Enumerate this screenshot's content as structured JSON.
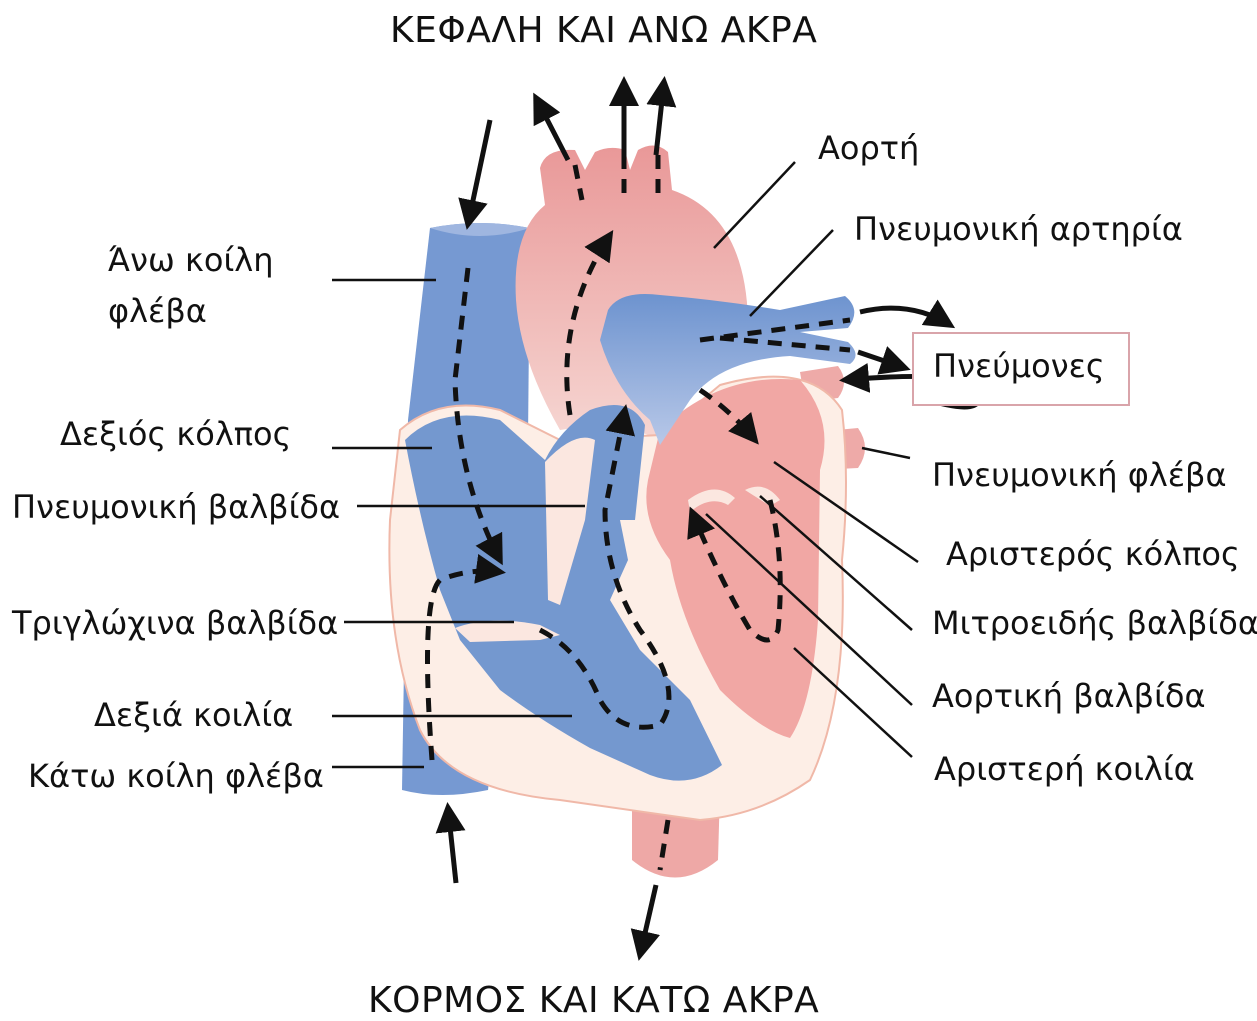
{
  "title_top": "ΚΕΦΑΛΗ ΚΑΙ ΑΝΩ ΑΚΡΑ",
  "title_bottom": "ΚΟΡΜΟΣ ΚΑΙ ΚΑΤΩ ΑΚΡΑ",
  "labels_left": {
    "superior_vena_cava_line1": "Άνω κοίλη",
    "superior_vena_cava_line2": "φλέβα",
    "right_atrium": "Δεξιός κόλπος",
    "pulmonary_valve": "Πνευμονική βαλβίδα",
    "tricuspid_valve": "Τριγλώχινα βαλβίδα",
    "right_ventricle": "Δεξιά κοιλία",
    "inferior_vena_cava": "Κάτω κοίλη φλέβα"
  },
  "labels_right": {
    "aorta": "Αορτή",
    "pulmonary_artery": "Πνευμονική αρτηρία",
    "lungs": "Πνεύμονες",
    "pulmonary_vein": "Πνευμονική φλέβα",
    "left_atrium": "Αριστερός κόλπος",
    "mitral_valve": "Μιτροειδής βαλβίδα",
    "aortic_valve": "Αορτική βαλβίδα",
    "left_ventricle": "Αριστερή κοιλία"
  },
  "colors": {
    "deoxygenated_blue": "#7497cf",
    "oxygenated_red": "#f0a7a5",
    "aorta_pink": "#e8a3a3",
    "heart_wall": "#fdeee6",
    "lungs_box_border": "#d9a4aa",
    "arrow": "#111111"
  }
}
